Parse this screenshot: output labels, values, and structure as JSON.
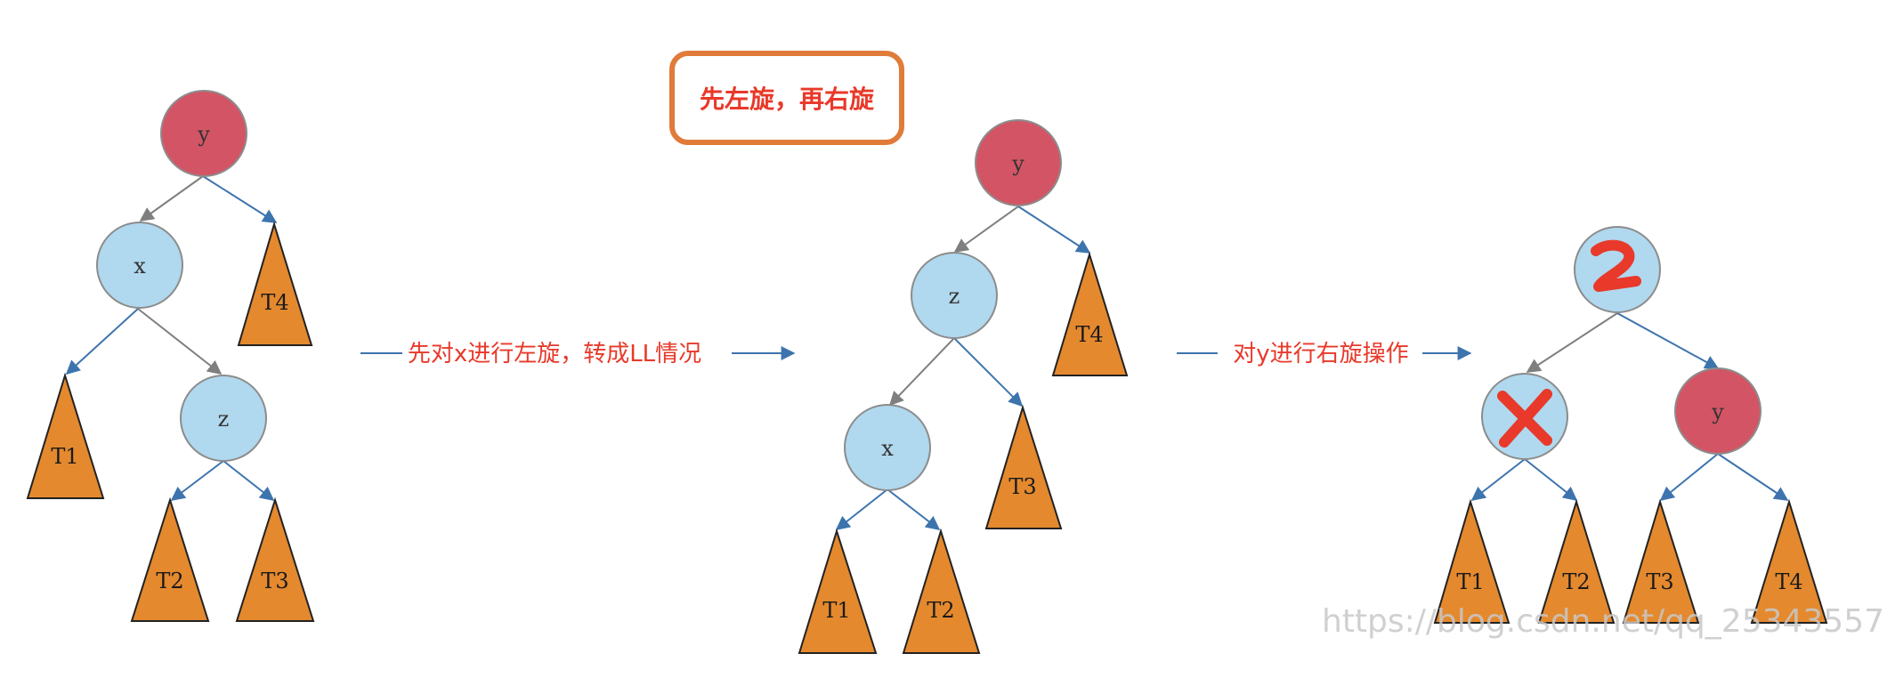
{
  "colors": {
    "red_node": "#d35565",
    "blue_node": "#b0d8ee",
    "node_stroke": "#8c8c8c",
    "triangle_fill": "#e4892e",
    "triangle_stroke": "#222222",
    "edge_blue": "#3d74ad",
    "edge_gray": "#7f7f7f",
    "label_red": "#e8392a",
    "box_border": "#e07b39",
    "mark_red": "#e8392a",
    "watermark": "#c8c8c8"
  },
  "title_box": {
    "text": "先左旋，再右旋"
  },
  "transitions": [
    {
      "text": "先对x进行左旋，转成LL情况"
    },
    {
      "text": "对y进行右旋操作"
    }
  ],
  "trees": [
    {
      "name": "tree-1",
      "nodes": [
        {
          "id": "t1-y",
          "label": "y",
          "color": "red"
        },
        {
          "id": "t1-x",
          "label": "x",
          "color": "blue"
        },
        {
          "id": "t1-z",
          "label": "z",
          "color": "blue"
        }
      ],
      "subtrees": [
        {
          "id": "t1-T4",
          "label": "T4"
        },
        {
          "id": "t1-T1",
          "label": "T1"
        },
        {
          "id": "t1-T2",
          "label": "T2"
        },
        {
          "id": "t1-T3",
          "label": "T3"
        }
      ]
    },
    {
      "name": "tree-2",
      "nodes": [
        {
          "id": "t2-y",
          "label": "y",
          "color": "red"
        },
        {
          "id": "t2-z",
          "label": "z",
          "color": "blue"
        },
        {
          "id": "t2-x",
          "label": "x",
          "color": "blue"
        }
      ],
      "subtrees": [
        {
          "id": "t2-T4",
          "label": "T4"
        },
        {
          "id": "t2-T3",
          "label": "T3"
        },
        {
          "id": "t2-T1",
          "label": "T1"
        },
        {
          "id": "t2-T2",
          "label": "T2"
        }
      ]
    },
    {
      "name": "tree-3",
      "nodes": [
        {
          "id": "t3-z",
          "label": "",
          "color": "blue",
          "mark": "2"
        },
        {
          "id": "t3-x",
          "label": "",
          "color": "blue",
          "mark": "x"
        },
        {
          "id": "t3-y",
          "label": "y",
          "color": "red"
        }
      ],
      "subtrees": [
        {
          "id": "t3-T1",
          "label": "T1"
        },
        {
          "id": "t3-T2",
          "label": "T2"
        },
        {
          "id": "t3-T3",
          "label": "T3"
        },
        {
          "id": "t3-T4",
          "label": "T4"
        }
      ]
    }
  ],
  "watermark": {
    "text": "https://blog.csdn.net/qq_25343557"
  }
}
